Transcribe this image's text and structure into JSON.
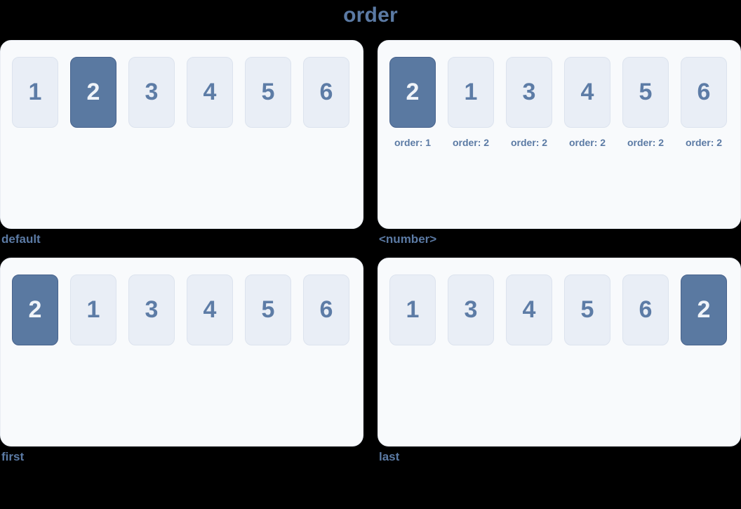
{
  "title": "order",
  "colors": {
    "background": "#000000",
    "panel_background": "#f8fafc",
    "panel_border": "#e9edf3",
    "box_background": "#e9eef6",
    "box_border": "#dce3ee",
    "box_text": "#5d7ca6",
    "highlight_background": "#5a79a1",
    "highlight_border": "#47628c",
    "highlight_text": "#f0f4f9",
    "accent_text": "#5b7aa4"
  },
  "panels": [
    {
      "caption": "default",
      "boxes": [
        {
          "label": "1",
          "highlight": false
        },
        {
          "label": "2",
          "highlight": true
        },
        {
          "label": "3",
          "highlight": false
        },
        {
          "label": "4",
          "highlight": false
        },
        {
          "label": "5",
          "highlight": false
        },
        {
          "label": "6",
          "highlight": false
        }
      ]
    },
    {
      "caption": "<number>",
      "boxes": [
        {
          "label": "2",
          "highlight": true,
          "sublabel": "order: 1"
        },
        {
          "label": "1",
          "highlight": false,
          "sublabel": "order: 2"
        },
        {
          "label": "3",
          "highlight": false,
          "sublabel": "order: 2"
        },
        {
          "label": "4",
          "highlight": false,
          "sublabel": "order: 2"
        },
        {
          "label": "5",
          "highlight": false,
          "sublabel": "order: 2"
        },
        {
          "label": "6",
          "highlight": false,
          "sublabel": "order: 2"
        }
      ]
    },
    {
      "caption": "first",
      "boxes": [
        {
          "label": "2",
          "highlight": true
        },
        {
          "label": "1",
          "highlight": false
        },
        {
          "label": "3",
          "highlight": false
        },
        {
          "label": "4",
          "highlight": false
        },
        {
          "label": "5",
          "highlight": false
        },
        {
          "label": "6",
          "highlight": false
        }
      ]
    },
    {
      "caption": "last",
      "boxes": [
        {
          "label": "1",
          "highlight": false
        },
        {
          "label": "3",
          "highlight": false
        },
        {
          "label": "4",
          "highlight": false
        },
        {
          "label": "5",
          "highlight": false
        },
        {
          "label": "6",
          "highlight": false
        },
        {
          "label": "2",
          "highlight": true
        }
      ]
    }
  ]
}
